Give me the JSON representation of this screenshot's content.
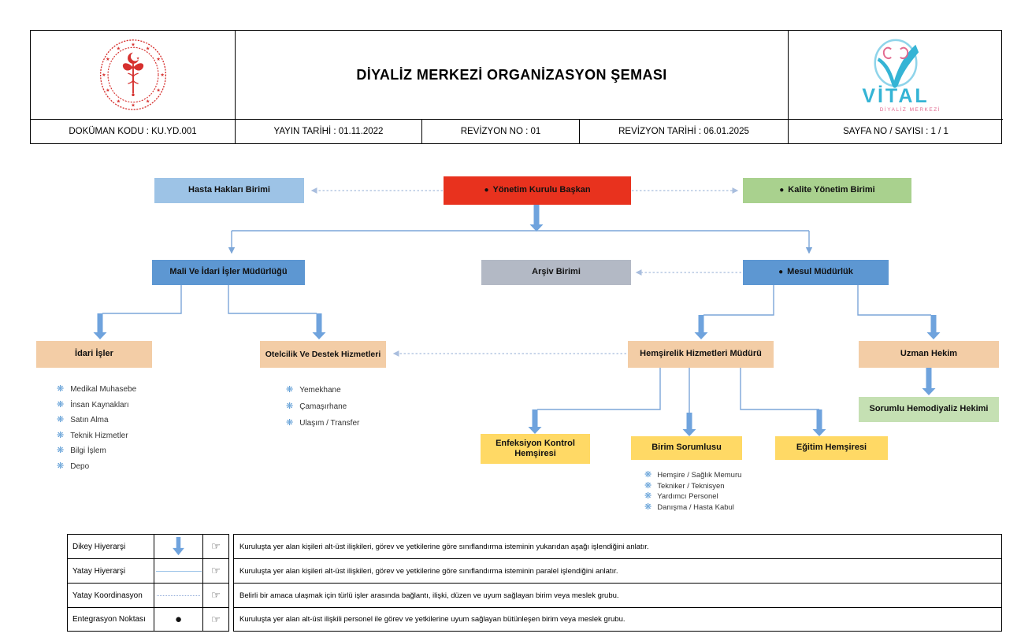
{
  "header": {
    "title": "DİYALİZ MERKEZİ ORGANİZASYON ŞEMASI",
    "fields": {
      "dokuman_kodu": "DOKÜMAN KODU : KU.YD.001",
      "yayin_tarihi": "YAYIN TARİHİ : 01.11.2022",
      "revizyon_no": "REVİZYON NO : 01",
      "revizyon_tarihi": "REVİZYON TARİHİ : 06.01.2025",
      "sayfa": "SAYFA NO / SAYISI : 1 / 1"
    },
    "vital": {
      "wordmark": "VİTAL",
      "subtitle": "DİYALİZ MERKEZİ"
    }
  },
  "chart": {
    "integration_bullet": "●",
    "bullet_icon": "❋",
    "nodes": {
      "hasta_haklari": "Hasta Hakları Birimi",
      "yonetim_kurulu": "Yönetim Kurulu Başkan",
      "kalite_yonetim": "Kalite Yönetim Birimi",
      "mali_idari": "Mali Ve İdari İşler Müdürlüğü",
      "arsiv": "Arşiv Birimi",
      "mesul": "Mesul Müdürlük",
      "idari_isler": "İdari İşler",
      "otelcilik": "Otelcilik Ve Destek Hizmetleri",
      "hemsirelik": "Hemşirelik Hizmetleri Müdürü",
      "uzman_hekim": "Uzman Hekim",
      "sorumlu_hekim": "Sorumlu Hemodiyaliz Hekimi",
      "enfeksiyon": "Enfeksiyon Kontrol Hemşiresi",
      "birim_sorumlusu": "Birim Sorumlusu",
      "egitim_hemsiresi": "Eğitim Hemşiresi"
    },
    "lists": {
      "idari": [
        "Medikal Muhasebe",
        "İnsan Kaynakları",
        "Satın Alma",
        "Teknik Hizmetler",
        "Bilgi İşlem",
        "Depo"
      ],
      "otelcilik": [
        "Yemekhane",
        "Çamaşırhane",
        "Ulaşım / Transfer"
      ],
      "birim": [
        "Hemşire / Sağlık Memuru",
        "Tekniker / Teknisyen",
        "Yardımcı Personel",
        "Danışma / Hasta Kabul"
      ]
    }
  },
  "legend": {
    "hand_icon": "☞",
    "rows": [
      {
        "label": "Dikey Hiyerarşi",
        "symbol": "thick-down-arrow",
        "desc": "Kuruluşta yer alan kişileri alt-üst ilişkileri, görev ve yetkilerine göre sınıflandırma isteminin yukarıdan aşağı işlendiğini anlatır."
      },
      {
        "label": "Yatay Hiyerarşi",
        "symbol": "solid-line",
        "desc": "Kuruluşta yer alan kişileri alt-üst ilişkileri, görev ve yetkilerine göre sınıflandırma isteminin paralel işlendiğini anlatır."
      },
      {
        "label": "Yatay Koordinasyon",
        "symbol": "dotted-line",
        "desc": "Belirli bir amaca ulaşmak için türlü işler arasında bağlantı, ilişki, düzen ve uyum sağlayan birim veya meslek grubu."
      },
      {
        "label": "Entegrasyon Noktası",
        "symbol": "filled-circle",
        "symbol_glyph": "●",
        "desc": "Kuruluşta yer alan alt-üst ilişkili personel ile görev ve yetkilerine uyum sağlayan bütünleşen birim veya meslek grubu."
      }
    ]
  },
  "colors": {
    "light_blue_box": "#9dc3e6",
    "red_box": "#e8321e",
    "green_box": "#a9d18e",
    "blue_box": "#5d97d2",
    "gray_box": "#b3b9c5",
    "tan_box": "#f3cda6",
    "light_green_box": "#c5e0b3",
    "yellow_box": "#ffd965",
    "connector_blue": "#6fa3dd",
    "thin_line_blue": "#7ca6d8",
    "dotted_blue": "#a9bede",
    "bullet_blue": "#5b9bd5",
    "ministry_red": "#d6302e",
    "vital_cyan": "#35b4d5",
    "vital_pink": "#e2698f"
  }
}
